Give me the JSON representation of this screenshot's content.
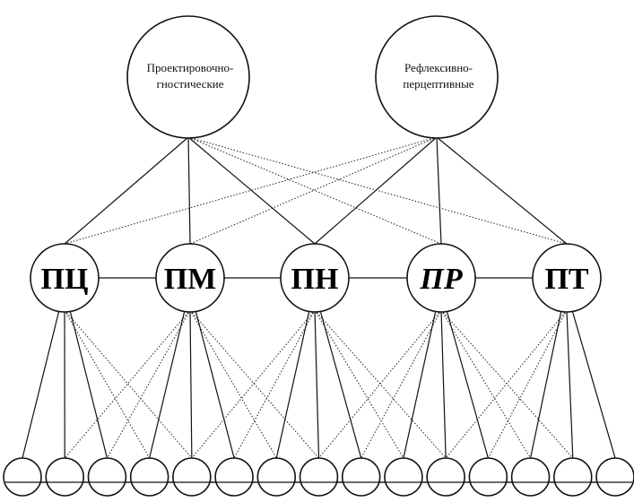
{
  "top_nodes": [
    {
      "id": "design-diagnostic",
      "lines": [
        "Проектировочно-",
        "гностические"
      ]
    },
    {
      "id": "reflexive-perceptive",
      "lines": [
        "Рефлексивно-",
        "перцептивные"
      ]
    }
  ],
  "mid_nodes": [
    {
      "id": "pc",
      "label": "ПЦ"
    },
    {
      "id": "pm",
      "label": "ПМ"
    },
    {
      "id": "pn",
      "label": "ПН"
    },
    {
      "id": "pr",
      "label": "ПР"
    },
    {
      "id": "pt",
      "label": "ПТ"
    }
  ],
  "bottom_node_count": 15
}
